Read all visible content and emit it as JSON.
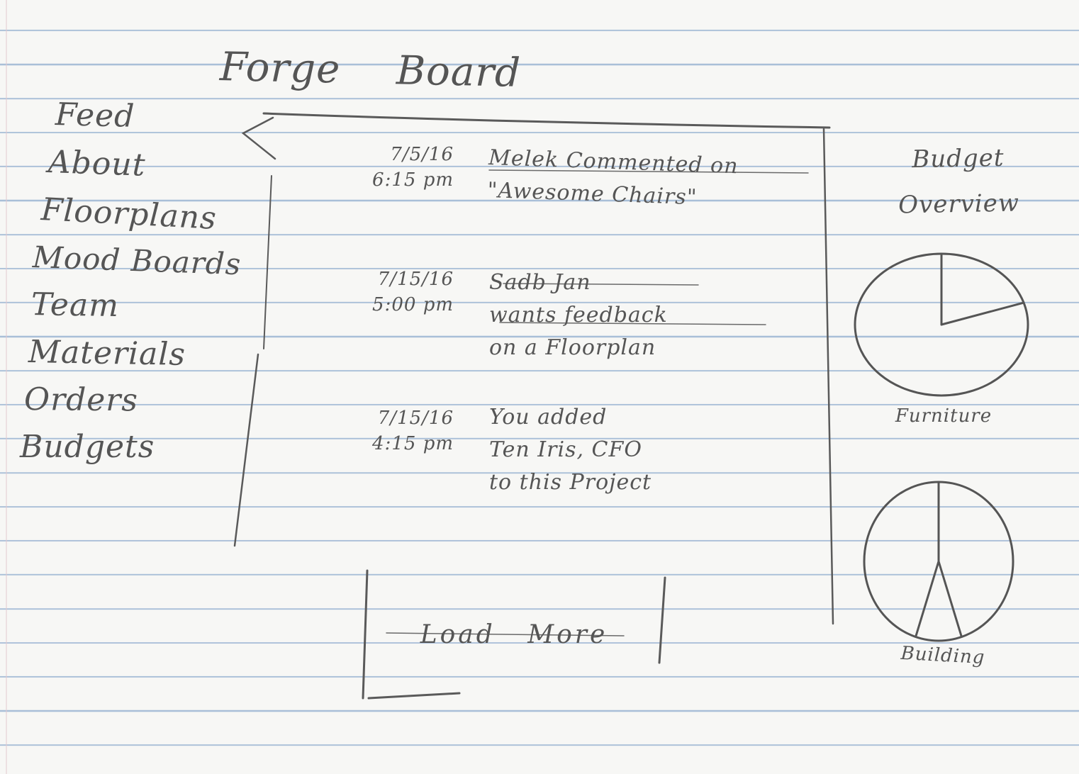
{
  "header": {
    "app_title": "Forge Board"
  },
  "sidebar": {
    "items": [
      {
        "label": "Feed"
      },
      {
        "label": "About"
      },
      {
        "label": "Floorplans"
      },
      {
        "label": "Mood Boards"
      },
      {
        "label": "Team"
      },
      {
        "label": "Materials"
      },
      {
        "label": "Orders"
      },
      {
        "label": "Budgets"
      }
    ],
    "active": "Feed"
  },
  "feed": {
    "items": [
      {
        "date": "7/5/16",
        "time": "6:15 pm",
        "line1": "Melek Commented on",
        "line2": "\"Awesome Chairs\"",
        "line3": ""
      },
      {
        "date": "7/15/16",
        "time": "5:00 pm",
        "line1": "Sadb Jan",
        "line2": "wants feedback",
        "line3": "on a Floorplan"
      },
      {
        "date": "7/15/16",
        "time": "4:15 pm",
        "line1": "You added",
        "line2": "Ten Iris, CFO",
        "line3": "to this Project"
      }
    ],
    "load_more_label": "Load More"
  },
  "budget": {
    "title": "Budget\nOverview",
    "charts": [
      {
        "label": "Furniture",
        "slices": [
          0.2,
          0.8
        ]
      },
      {
        "label": "Building",
        "slices": [
          0.45,
          0.1,
          0.45
        ]
      }
    ]
  },
  "colors": {
    "pencil": "#555555",
    "paper": "#f7f7f5",
    "rule_line": "#a9bfd8"
  }
}
